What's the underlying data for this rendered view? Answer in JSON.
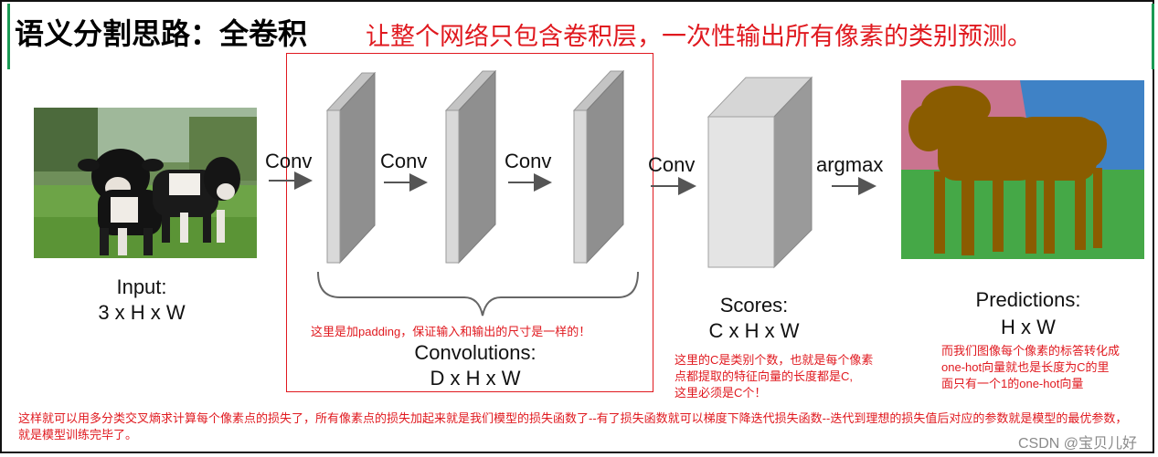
{
  "title": {
    "main": "语义分割思路：全卷积",
    "sub": "让整个网络只包含卷积层，一次性输出所有像素的类别预测。"
  },
  "input": {
    "label": "Input:",
    "dims": "3 x H x W"
  },
  "arrows": {
    "conv1": "Conv",
    "conv2": "Conv",
    "conv3": "Conv",
    "conv4": "Conv",
    "argmax": "argmax"
  },
  "convolutions": {
    "note": "这里是加padding，保证输入和输出的尺寸是一样的！",
    "label": "Convolutions:",
    "dims": "D x H x W"
  },
  "scores": {
    "label": "Scores:",
    "dims": "C x H x W",
    "note_lines": [
      "这里的C是类别个数，也就是每个像素",
      "点都提取的特征向量的长度都是C,",
      "这里必须是C个！"
    ]
  },
  "predictions": {
    "label": "Predictions:",
    "dims": "H x W",
    "note_lines": [
      "而我们图像每个像素的标答转化成",
      "one-hot向量就也是长度为C的里",
      "面只有一个1的one-hot向量"
    ]
  },
  "bottom_note": "这样就可以用多分类交叉熵求计算每个像素点的损失了，所有像素点的损失加起来就是我们模型的损失函数了--有了损失函数就可以梯度下降迭代损失函数--迭代到理想的损失值后对应的参数就是模型的最优参数，就是模型训练完毕了。",
  "watermark": "CSDN @宝贝儿好",
  "colors": {
    "accent_red": "#e0191f",
    "title_green": "#1a9a54",
    "pred_pink": "#c9748f",
    "pred_blue": "#3f82c6",
    "pred_green": "#45a847",
    "pred_cow": "#8a5c00"
  }
}
